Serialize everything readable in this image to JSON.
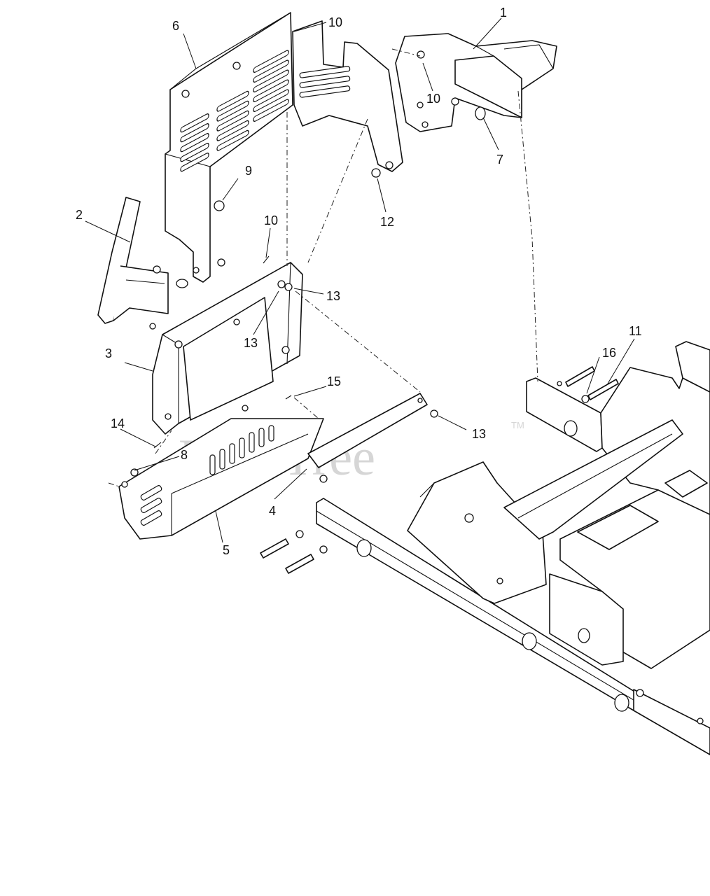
{
  "watermark": {
    "text": "PartsTree",
    "trademark": "TM"
  },
  "callouts": [
    {
      "id": "c1",
      "label": "1"
    },
    {
      "id": "c2",
      "label": "2"
    },
    {
      "id": "c3",
      "label": "3"
    },
    {
      "id": "c4",
      "label": "4"
    },
    {
      "id": "c5",
      "label": "5"
    },
    {
      "id": "c6",
      "label": "6"
    },
    {
      "id": "c7",
      "label": "7"
    },
    {
      "id": "c8",
      "label": "8"
    },
    {
      "id": "c9",
      "label": "9"
    },
    {
      "id": "c10a",
      "label": "10"
    },
    {
      "id": "c10b",
      "label": "10"
    },
    {
      "id": "c10c",
      "label": "10"
    },
    {
      "id": "c11",
      "label": "11"
    },
    {
      "id": "c12",
      "label": "12"
    },
    {
      "id": "c13a",
      "label": "13"
    },
    {
      "id": "c13b",
      "label": "13"
    },
    {
      "id": "c13c",
      "label": "13"
    },
    {
      "id": "c14",
      "label": "14"
    },
    {
      "id": "c15",
      "label": "15"
    },
    {
      "id": "c16",
      "label": "16"
    }
  ]
}
